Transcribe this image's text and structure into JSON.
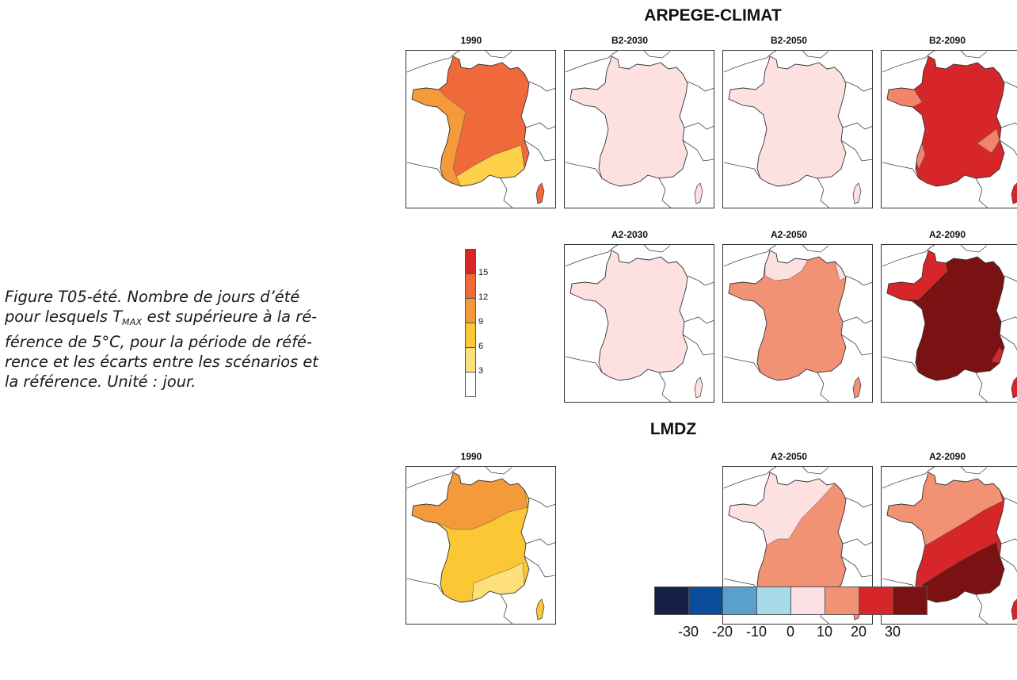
{
  "caption": {
    "line1": "Figure T05-été. Nombre de jours d’été",
    "line2_pre": "pour lesquels T",
    "line2_sub": "MAX",
    "line2_post": " est supérieure à la ré-",
    "line3": "férence de 5°C, pour la période de réfé-",
    "line4": "rence et les écarts entre les scénarios et",
    "line5": "la référence. Unité : jour."
  },
  "sections": [
    {
      "title": "ARPEGE-CLIMAT"
    },
    {
      "title": "LMDZ"
    }
  ],
  "maps": [
    {
      "label": "1990",
      "model": "ARPEGE-CLIMAT",
      "fill": "#f0693a",
      "regions": [
        "#f59a3a",
        "#fdd24a"
      ]
    },
    {
      "label": "B2-2030",
      "model": "ARPEGE-CLIMAT",
      "fill": "#fde0e0"
    },
    {
      "label": "B2-2050",
      "model": "ARPEGE-CLIMAT",
      "fill": "#fde0e0"
    },
    {
      "label": "B2-2090",
      "model": "ARPEGE-CLIMAT",
      "fill": "#d7262a",
      "regions": [
        "#f0856a"
      ]
    },
    {
      "label": "A2-2030",
      "model": "ARPEGE-CLIMAT",
      "fill": "#fde0e0"
    },
    {
      "label": "A2-2050",
      "model": "ARPEGE-CLIMAT",
      "fill": "#f29275",
      "regions": [
        "#fde0e0"
      ]
    },
    {
      "label": "A2-2090",
      "model": "ARPEGE-CLIMAT",
      "fill": "#7a1214",
      "regions": [
        "#d7262a"
      ]
    },
    {
      "label": "1990",
      "model": "LMDZ",
      "fill": "#fcc735",
      "regions": [
        "#f59a3a",
        "#fde07a"
      ]
    },
    {
      "label": "A2-2050",
      "model": "LMDZ",
      "fill": "#f29275",
      "regions": [
        "#fde0e0"
      ]
    },
    {
      "label": "A2-2090",
      "model": "LMDZ",
      "fill": "#d7262a",
      "regions": [
        "#f29275",
        "#7a1214"
      ]
    }
  ],
  "colorbar_reference": {
    "ticks": [
      "15",
      "12",
      "9",
      "6",
      "3"
    ],
    "colors": [
      "#d7262a",
      "#ef6a35",
      "#f59a3a",
      "#fcc735",
      "#fde07a",
      "#ffffff"
    ]
  },
  "colorbar_difference": {
    "ticks": [
      "-30",
      "-20",
      "-10",
      "0",
      "10",
      "20",
      "30"
    ],
    "colors": [
      "#152044",
      "#0a4e9a",
      "#5aa0cf",
      "#a8dbe9",
      "#fde0e4",
      "#f29275",
      "#d7262a",
      "#7a1214"
    ]
  }
}
